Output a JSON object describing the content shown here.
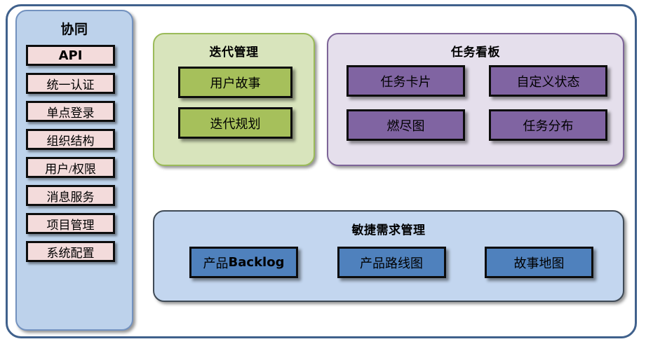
{
  "frame": {
    "border_color": "#40618C"
  },
  "sidebar": {
    "title": "协同",
    "fill": "#BDD2EB",
    "item_fill": "#F3DBDB",
    "items": [
      {
        "label": "API",
        "script": "latin"
      },
      {
        "label": "统一认证",
        "script": "han"
      },
      {
        "label": "单点登录",
        "script": "han"
      },
      {
        "label": "组织结构",
        "script": "han"
      },
      {
        "label": "用户/权限",
        "script": "han"
      },
      {
        "label": "消息服务",
        "script": "han"
      },
      {
        "label": "项目管理",
        "script": "han"
      },
      {
        "label": "系统配置",
        "script": "han"
      }
    ]
  },
  "iteration": {
    "title": "迭代管理",
    "fill": "#D8E4BC",
    "node_fill": "#A6C05B",
    "nodes": [
      {
        "label": "用户故事"
      },
      {
        "label": "迭代规划"
      }
    ]
  },
  "taskboard": {
    "title": "任务看板",
    "fill": "#E5DFEC",
    "node_fill": "#8064A2",
    "nodes": [
      {
        "label": "任务卡片"
      },
      {
        "label": "自定义状态"
      },
      {
        "label": "燃尽图"
      },
      {
        "label": "任务分布"
      }
    ]
  },
  "agile": {
    "title": "敏捷需求管理",
    "fill": "#C3D6EF",
    "node_fill": "#4F81BD",
    "nodes": [
      {
        "label": "产品Backlog",
        "prefix": "产品",
        "bold_part": "Backlog"
      },
      {
        "label": "产品路线图"
      },
      {
        "label": "故事地图"
      }
    ]
  }
}
